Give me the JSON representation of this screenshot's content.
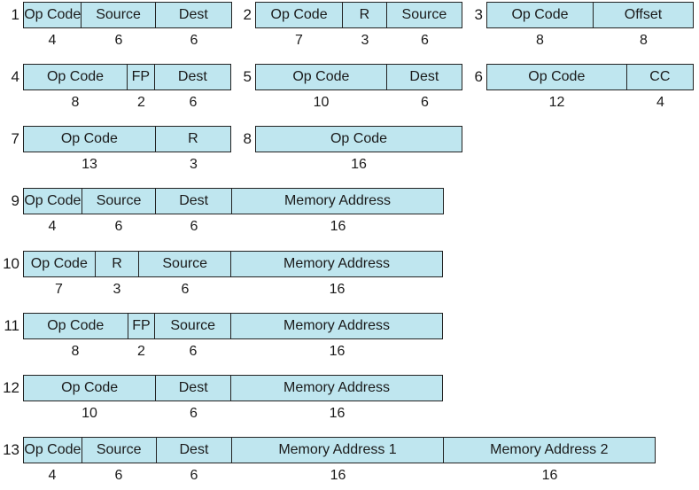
{
  "formats": [
    {
      "number": "1",
      "fields": [
        {
          "label": "Op Code",
          "bits": "4"
        },
        {
          "label": "Source",
          "bits": "6"
        },
        {
          "label": "Dest",
          "bits": "6"
        }
      ]
    },
    {
      "number": "2",
      "fields": [
        {
          "label": "Op Code",
          "bits": "7"
        },
        {
          "label": "R",
          "bits": "3"
        },
        {
          "label": "Source",
          "bits": "6"
        }
      ]
    },
    {
      "number": "3",
      "fields": [
        {
          "label": "Op Code",
          "bits": "8"
        },
        {
          "label": "Offset",
          "bits": "8"
        }
      ]
    },
    {
      "number": "4",
      "fields": [
        {
          "label": "Op Code",
          "bits": "8"
        },
        {
          "label": "FP",
          "bits": "2"
        },
        {
          "label": "Dest",
          "bits": "6"
        }
      ]
    },
    {
      "number": "5",
      "fields": [
        {
          "label": "Op Code",
          "bits": "10"
        },
        {
          "label": "Dest",
          "bits": "6"
        }
      ]
    },
    {
      "number": "6",
      "fields": [
        {
          "label": "Op Code",
          "bits": "12"
        },
        {
          "label": "CC",
          "bits": "4"
        }
      ]
    },
    {
      "number": "7",
      "fields": [
        {
          "label": "Op Code",
          "bits": "13"
        },
        {
          "label": "R",
          "bits": "3"
        }
      ]
    },
    {
      "number": "8",
      "fields": [
        {
          "label": "Op Code",
          "bits": "16"
        }
      ]
    },
    {
      "number": "9",
      "fields": [
        {
          "label": "Op Code",
          "bits": "4"
        },
        {
          "label": "Source",
          "bits": "6"
        },
        {
          "label": "Dest",
          "bits": "6"
        },
        {
          "label": "Memory Address",
          "bits": "16"
        }
      ]
    },
    {
      "number": "10",
      "fields": [
        {
          "label": "Op Code",
          "bits": "7"
        },
        {
          "label": "R",
          "bits": "3"
        },
        {
          "label": "Source",
          "bits": "6"
        },
        {
          "label": "Memory Address",
          "bits": "16"
        }
      ]
    },
    {
      "number": "11",
      "fields": [
        {
          "label": "Op Code",
          "bits": "8"
        },
        {
          "label": "FP",
          "bits": "2"
        },
        {
          "label": "Source",
          "bits": "6"
        },
        {
          "label": "Memory Address",
          "bits": "16"
        }
      ]
    },
    {
      "number": "12",
      "fields": [
        {
          "label": "Op Code",
          "bits": "10"
        },
        {
          "label": "Dest",
          "bits": "6"
        },
        {
          "label": "Memory Address",
          "bits": "16"
        }
      ]
    },
    {
      "number": "13",
      "fields": [
        {
          "label": "Op Code",
          "bits": "4"
        },
        {
          "label": "Source",
          "bits": "6"
        },
        {
          "label": "Dest",
          "bits": "6"
        },
        {
          "label": "Memory Address 1",
          "bits": "16"
        },
        {
          "label": "Memory Address 2",
          "bits": "16"
        }
      ]
    }
  ],
  "colors": {
    "field_fill": "#bfe6ef",
    "border": "#222222",
    "text": "#1a1a1a"
  }
}
